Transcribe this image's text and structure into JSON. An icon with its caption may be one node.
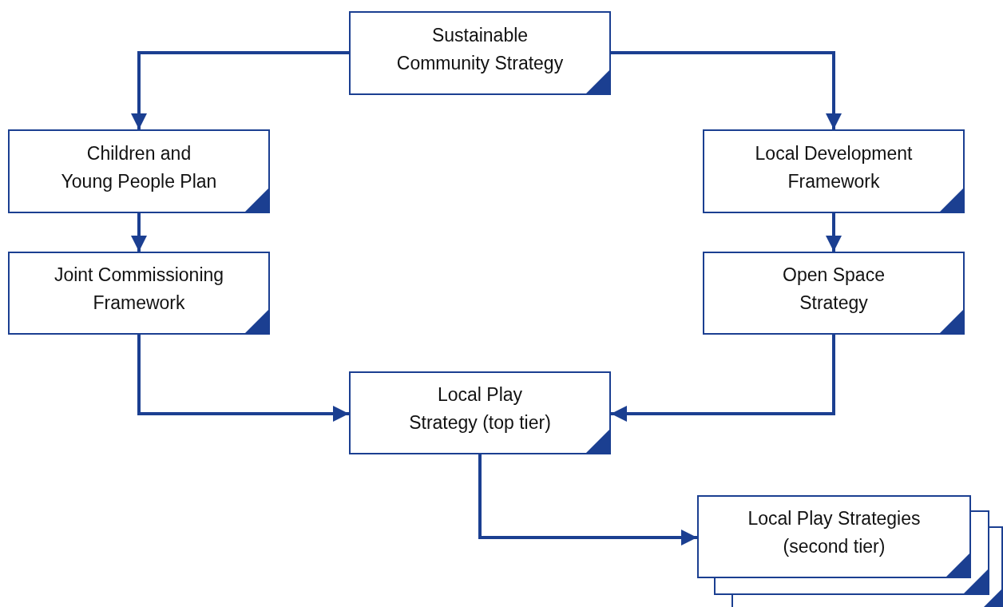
{
  "diagram": {
    "nodes": [
      {
        "text": [
          "Sustainable Community Strategy"
        ]
      },
      {
        "text": [
          "Children and Young People Plan"
        ]
      },
      {
        "text": [
          "Local Development Framework"
        ]
      },
      {
        "text": [
          "Joint Commissioning Framework"
        ]
      },
      {
        "text": [
          "Open Space Strategy"
        ]
      },
      {
        "text": [
          "Local Play Strategy (top tier)"
        ]
      },
      {
        "text": [
          "Local Play Strategies (second tier)"
        ]
      }
    ],
    "edges": [
      {
        "from": 0,
        "to": 1,
        "arrow": "to"
      },
      {
        "from": 0,
        "to": 2,
        "arrow": "to"
      },
      {
        "from": 1,
        "to": 3,
        "arrow": "to"
      },
      {
        "from": 2,
        "to": 4,
        "arrow": "to"
      },
      {
        "from": 3,
        "to": 5,
        "arrow": "to"
      },
      {
        "from": 4,
        "to": 5,
        "arrow": "to"
      },
      {
        "from": 5,
        "to": 6,
        "arrow": "to"
      }
    ]
  }
}
